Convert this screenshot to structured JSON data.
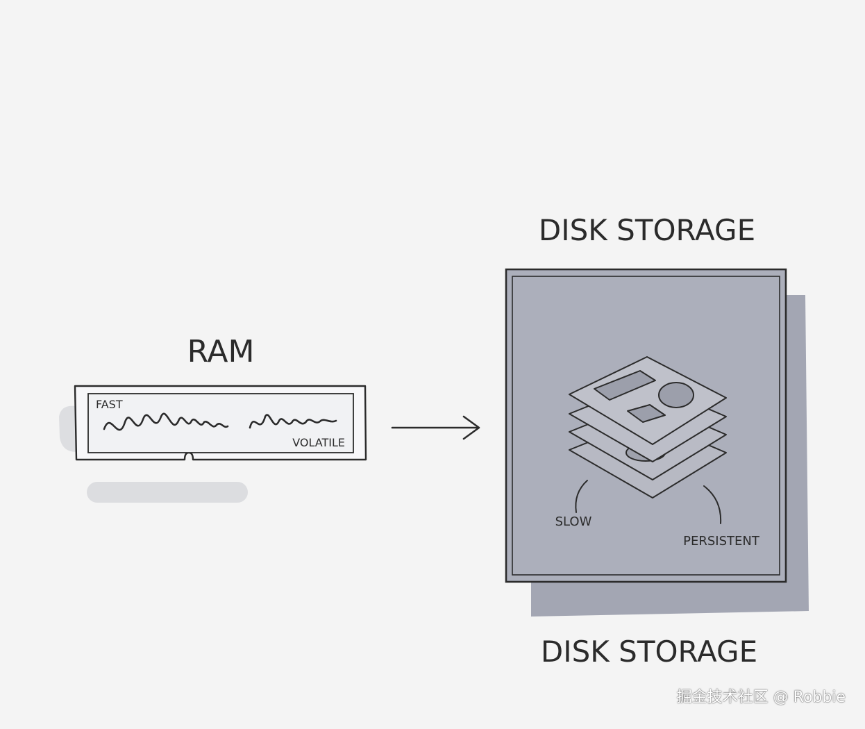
{
  "ram": {
    "title": "RAM",
    "label_fast": "FAST",
    "label_volatile": "VOLATILE"
  },
  "disk": {
    "title_top": "DISK STORAGE",
    "title_bottom": "DISK STORAGE",
    "label_slow": "SLOW",
    "label_persistent": "PERSISTENT"
  },
  "watermark": "掘金技术社区 @ Robbie",
  "colors": {
    "background": "#f4f4f4",
    "ink": "#2b2b2b",
    "disk_fill": "#acafbb",
    "disk_shadow": "#9da1ae",
    "platter_fill": "#b4b6c0",
    "ram_fill": "#f7f7f9",
    "ram_shadow": "#d8d9dc"
  },
  "icons": {
    "arrow": "right-arrow-icon",
    "platters": "stacked-platters-icon"
  }
}
